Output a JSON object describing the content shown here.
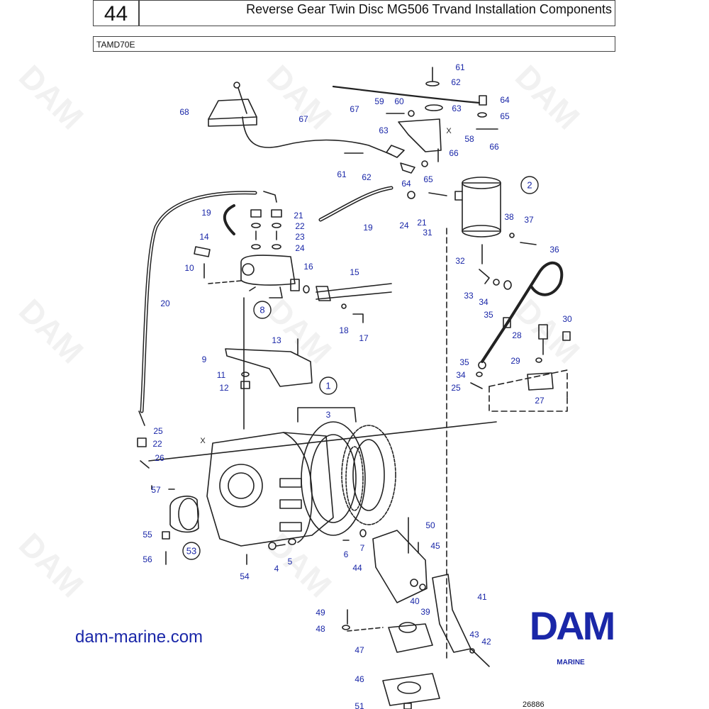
{
  "header": {
    "page_number": "44",
    "title": "Reverse Gear Twin Disc MG506 Trvand Installation Components",
    "model": "TAMD70E"
  },
  "footer": {
    "website": "dam-marine.com",
    "reference": "26886"
  },
  "logo": {
    "letters": "DAM",
    "sub": "MARINE"
  },
  "watermark": "DAM",
  "callouts_circled": [
    "1",
    "2",
    "8",
    "53"
  ],
  "callouts": [
    "3",
    "4",
    "5",
    "6",
    "7",
    "9",
    "10",
    "11",
    "12",
    "13",
    "14",
    "15",
    "16",
    "17",
    "18",
    "19",
    "19",
    "20",
    "21",
    "21",
    "22",
    "22",
    "23",
    "24",
    "24",
    "25",
    "25",
    "26",
    "27",
    "28",
    "29",
    "30",
    "31",
    "32",
    "33",
    "34",
    "34",
    "35",
    "35",
    "36",
    "37",
    "38",
    "39",
    "40",
    "41",
    "42",
    "43",
    "44",
    "45",
    "46",
    "47",
    "48",
    "49",
    "50",
    "51",
    "54",
    "55",
    "56",
    "57",
    "58",
    "59",
    "60",
    "61",
    "61",
    "62",
    "62",
    "63",
    "63",
    "64",
    "64",
    "65",
    "65",
    "66",
    "66",
    "67",
    "67",
    "68"
  ],
  "mark_x": "X",
  "colors": {
    "callout": "#1a27a8",
    "line": "#222222",
    "logo": "#1a27a8"
  }
}
